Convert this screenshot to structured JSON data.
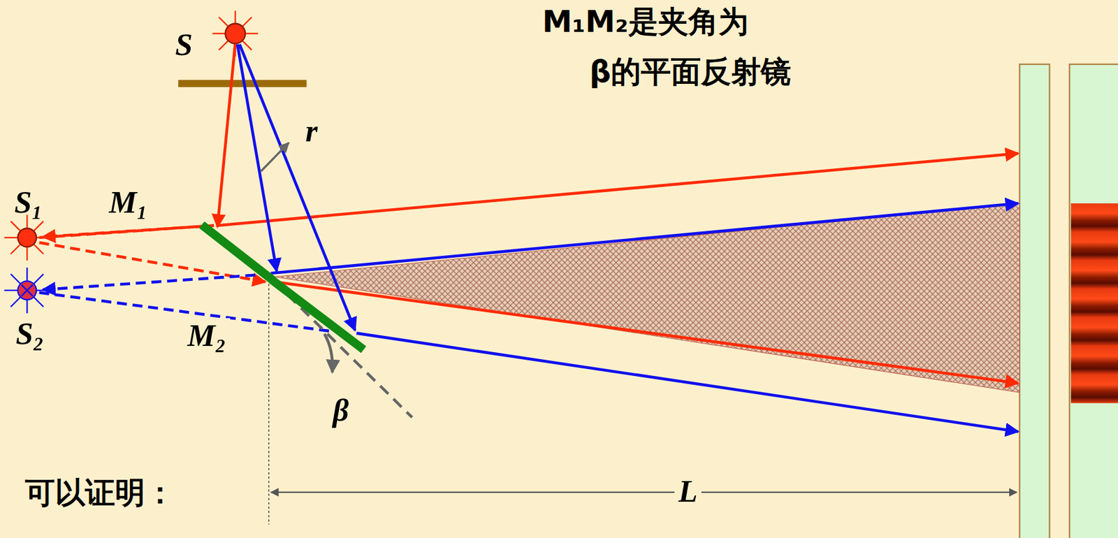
{
  "diagram": {
    "labels": [
      "M₁M₂是夹角为",
      "β的平面反射镜",
      "S",
      "r",
      "S₁",
      "M₁",
      "S₂",
      "M₂",
      "β",
      "L",
      "可以证明："
    ]
  }
}
